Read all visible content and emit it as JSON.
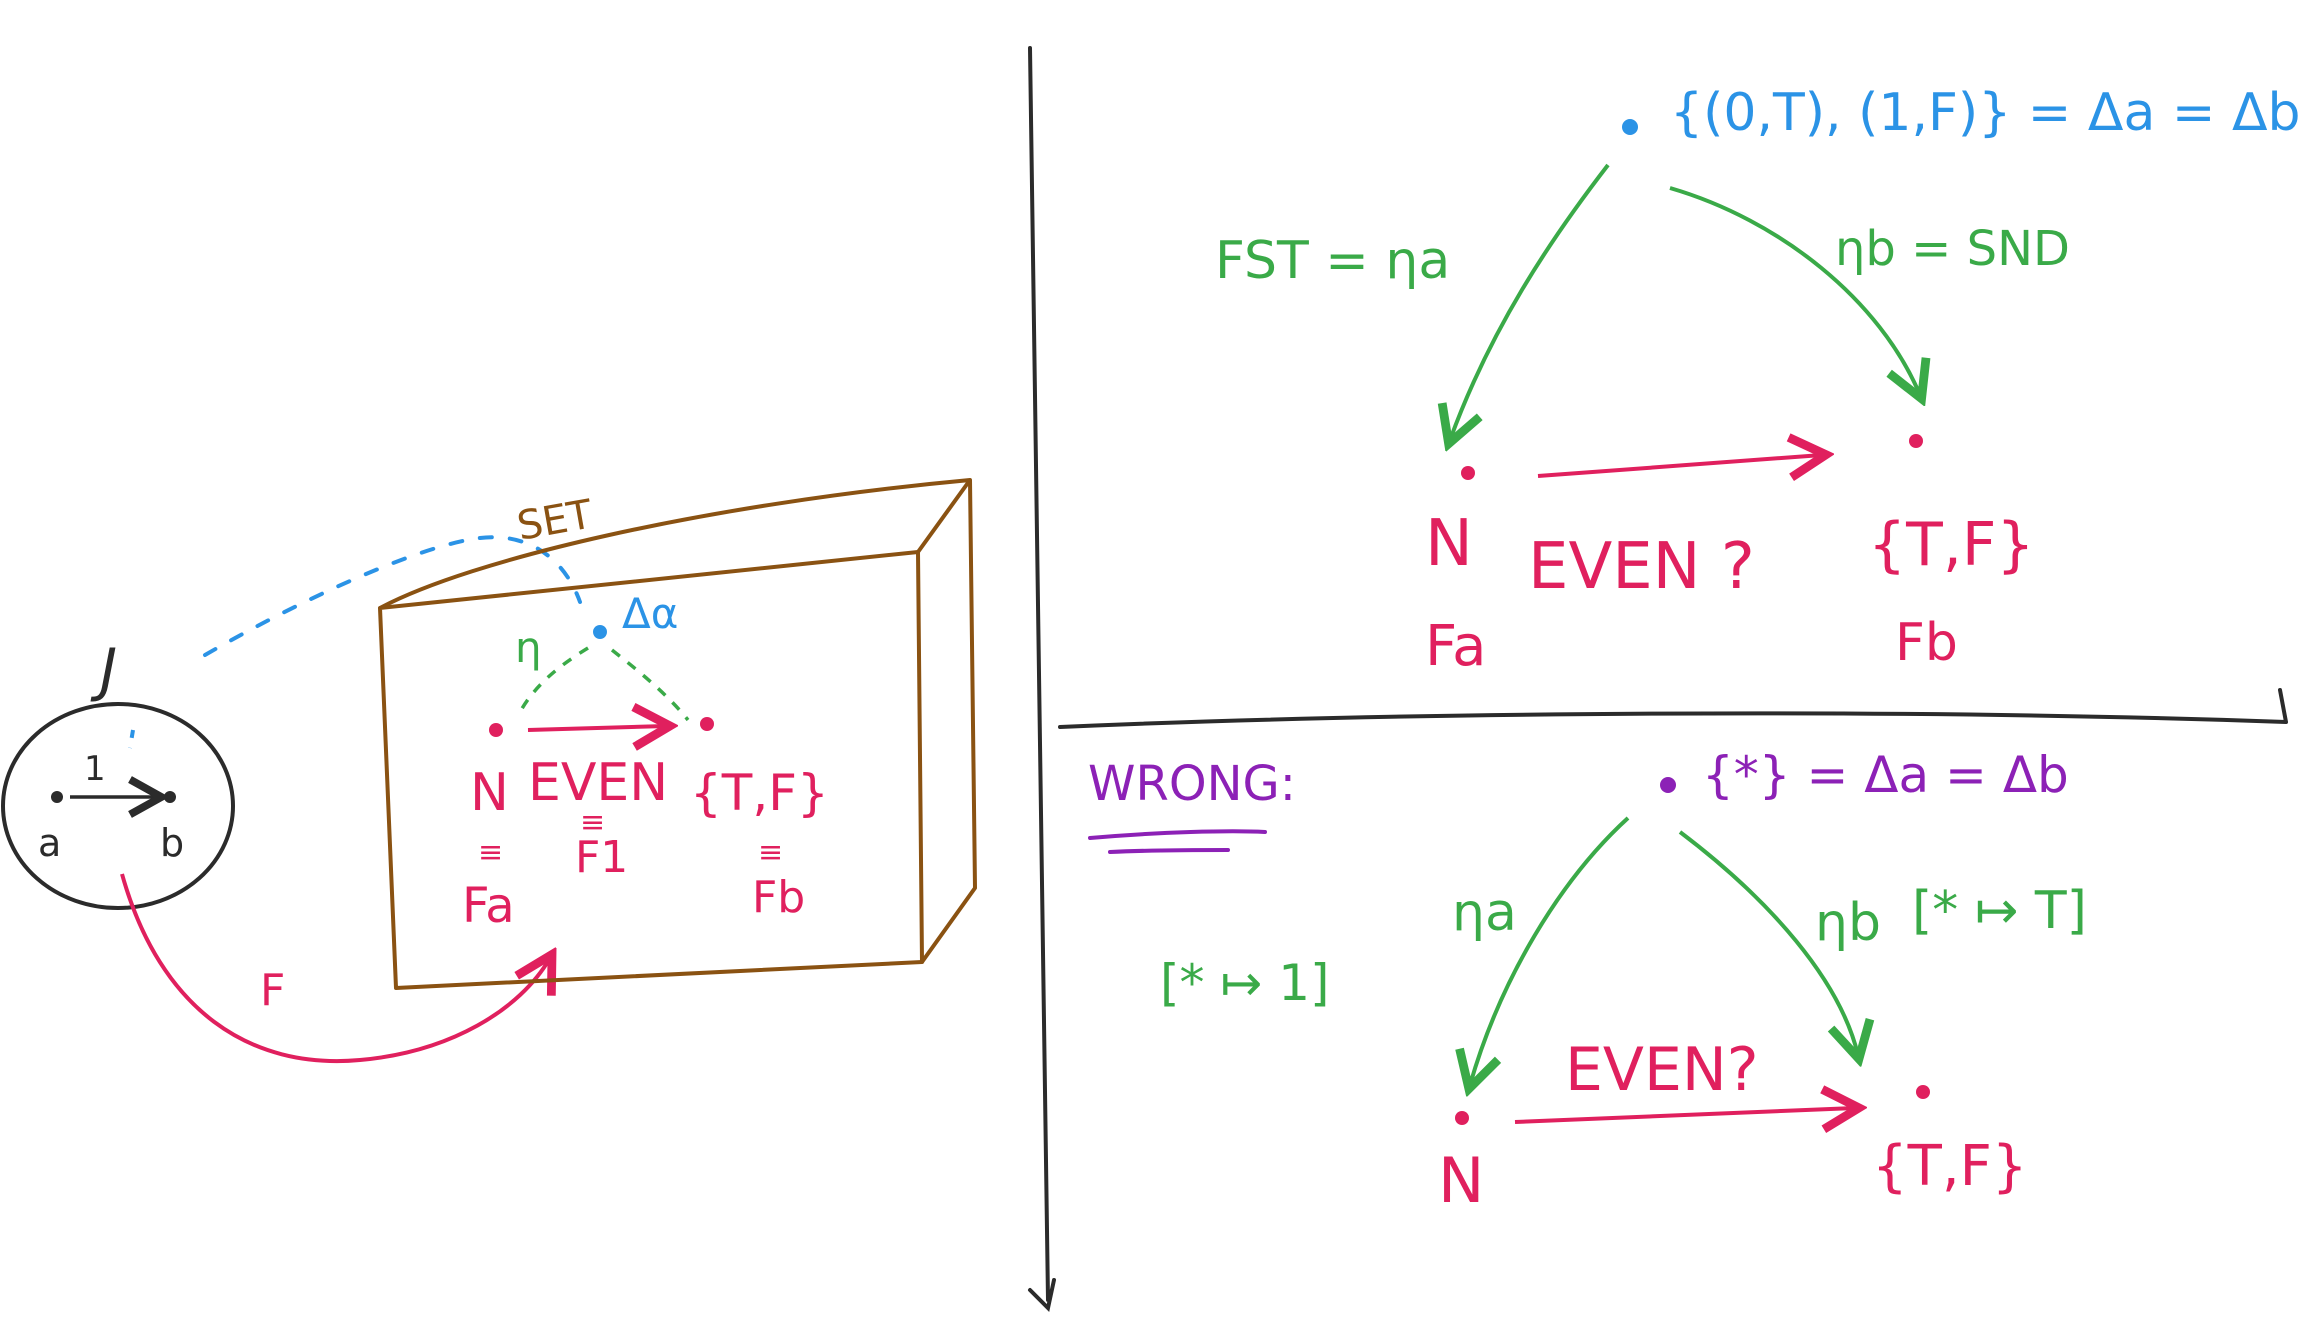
{
  "colors": {
    "ink": "#2b2b2b",
    "pink": "#e0205e",
    "green": "#3aaa48",
    "blue": "#2b93e6",
    "brown": "#8a5212",
    "purple": "#8c21b6"
  },
  "left_panel": {
    "shape_label": "J",
    "object_a": "a",
    "object_b": "b",
    "arrow_label": "1",
    "functor_label": "F",
    "category_label": "SET",
    "apex_label": "Δα",
    "cone_label": "η",
    "node_n": "N",
    "node_tf": "{T,F}",
    "morphism_label": "EVEN",
    "eq_marks": "≡",
    "f_a": "Fa",
    "f_1": "F1",
    "f_b": "Fb"
  },
  "top_right": {
    "apex_set": "{(0,T), (1,F)} = Δa = Δb",
    "left_leg": "FST = ηa",
    "right_leg": "ηb = SND",
    "node_n": "N",
    "node_tf": "{T,F}",
    "morphism_label": "EVEN ?",
    "f_a": "Fa",
    "f_b": "Fb"
  },
  "bottom_right": {
    "heading": "WRONG:",
    "apex_set": "{*} = Δa = Δb",
    "left_leg": "ηa",
    "right_leg": "ηb",
    "left_map": "[* ↦ 1]",
    "right_map": "[* ↦ T]",
    "node_n": "N",
    "node_tf": "{T,F}",
    "morphism_label": "EVEN?"
  }
}
